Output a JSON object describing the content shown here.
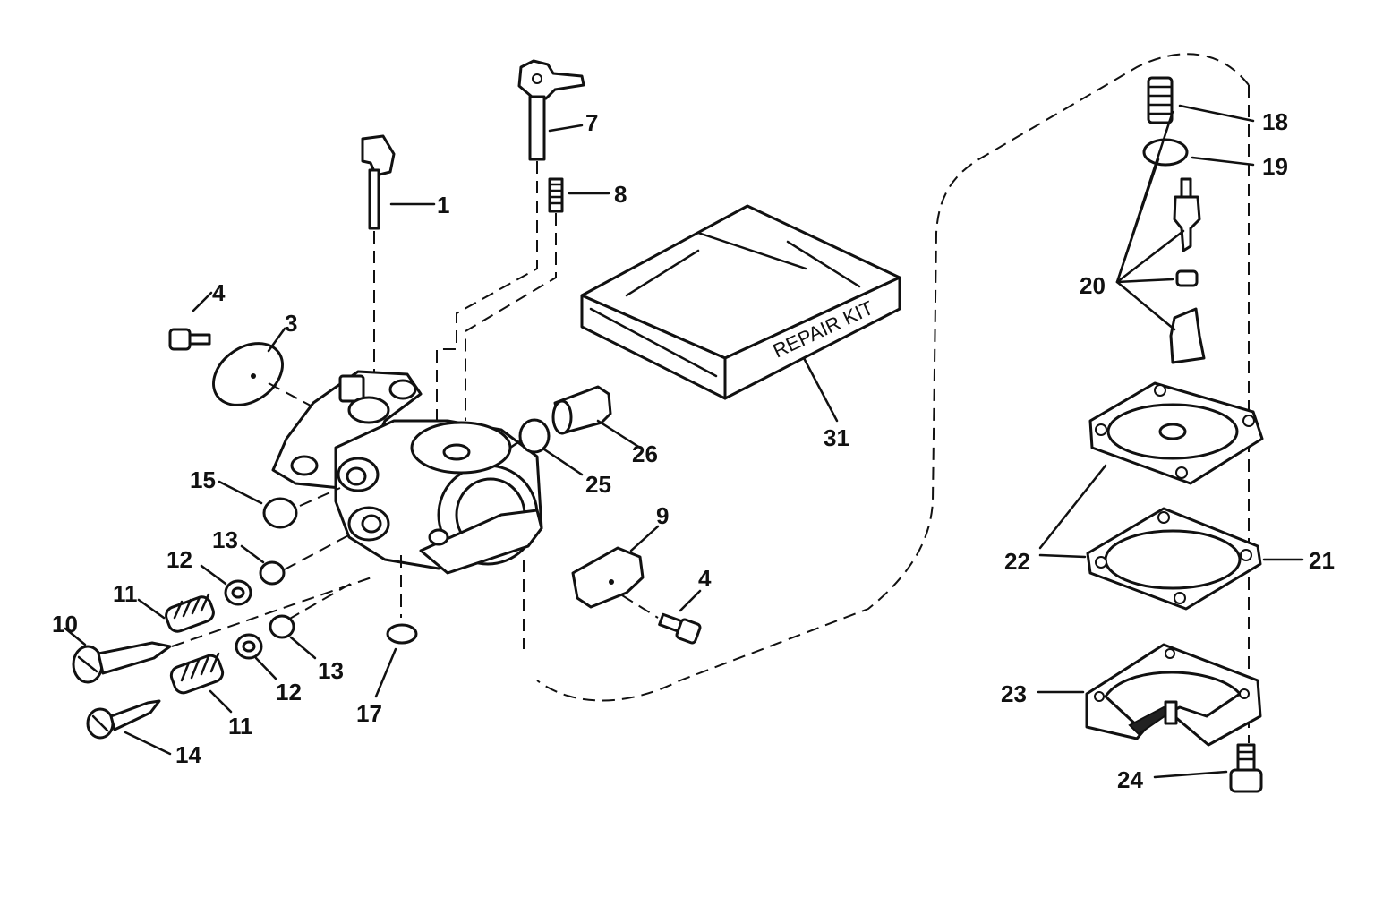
{
  "labels": {
    "l1": "1",
    "l3": "3",
    "l4a": "4",
    "l4b": "4",
    "l7": "7",
    "l8": "8",
    "l9": "9",
    "l10": "10",
    "l11a": "11",
    "l11b": "11",
    "l12a": "12",
    "l12b": "12",
    "l13a": "13",
    "l13b": "13",
    "l14": "14",
    "l15": "15",
    "l17": "17",
    "l18": "18",
    "l19": "19",
    "l20": "20",
    "l21": "21",
    "l22": "22",
    "l23": "23",
    "l24": "24",
    "l25": "25",
    "l26": "26",
    "l31": "31"
  },
  "repair_kit_text": "REPAIR KIT",
  "colors": {
    "ink": "#111111",
    "paper": "#ffffff"
  }
}
